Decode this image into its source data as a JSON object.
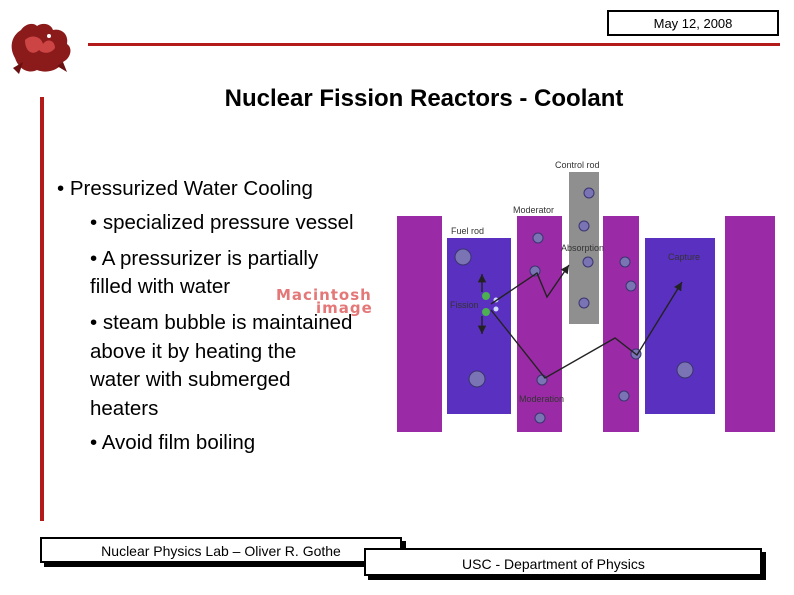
{
  "header": {
    "date": "May 12, 2008",
    "logo_icon": "gamecock-logo-icon",
    "accent_color": "#b31a1a"
  },
  "slide": {
    "title": "Nuclear Fission Reactors - Coolant",
    "bullets": [
      "• Pressurized Water Cooling",
      "• specialized pressure vessel",
      "• A pressurizer is partially",
      "filled with water",
      "• steam bubble is maintained",
      "above it by heating the",
      "water with submerged",
      "heaters",
      "• Avoid film boiling"
    ],
    "placeholder_text": [
      "Macintosh",
      "image"
    ]
  },
  "figure": {
    "labels": {
      "control_rod": "Control rod",
      "moderator": "Moderator",
      "fuel_rod": "Fuel rod",
      "absorption": "Absorption",
      "capture": "Capture",
      "fission": "Fission",
      "moderation": "Moderation"
    }
  },
  "footer": {
    "left": "Nuclear Physics Lab – Oliver R. Gothe",
    "right": "USC - Department of Physics"
  }
}
